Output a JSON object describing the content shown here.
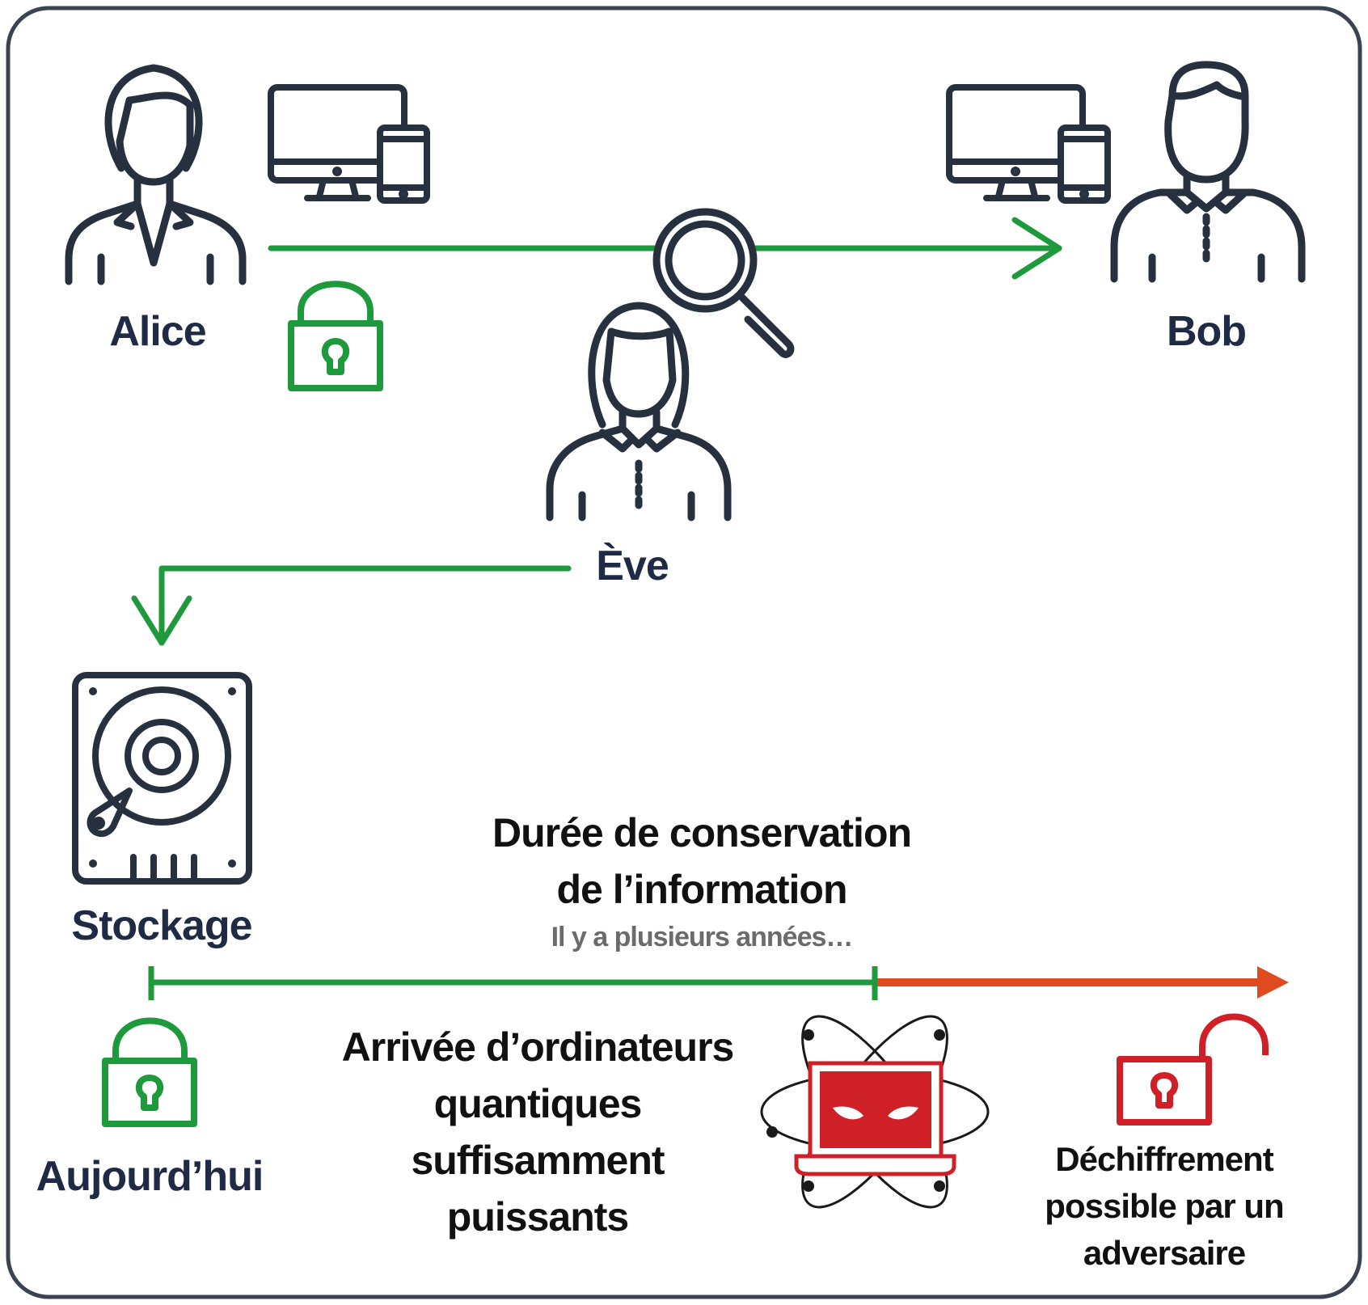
{
  "people": {
    "alice": "Alice",
    "bob": "Bob",
    "eve": "Ève"
  },
  "storage": {
    "label": "Stockage"
  },
  "timeline": {
    "today": "Aujourd’hui",
    "duration_title_line1": "Durée de conservation",
    "duration_title_line2": "de l’information",
    "duration_subtitle": "Il y a plusieurs années…",
    "quantum_line1": "Arrivée d’ordinateurs",
    "quantum_line2": "quantiques",
    "quantum_line3": "suffisamment",
    "quantum_line4": "puissants",
    "decrypt_line1": "Déchiffrement",
    "decrypt_line2": "possible par un",
    "decrypt_line3": "adversaire"
  },
  "icons": {
    "alice": "person-female-icon",
    "bob": "person-male-icon",
    "eve": "person-female-icon",
    "devices": "desktop-phone-icon",
    "magnifier": "magnifying-glass-icon",
    "lock": "padlock-locked-icon",
    "unlock": "padlock-unlocked-icon",
    "storage": "hard-drive-icon",
    "quantum": "quantum-laptop-icon"
  },
  "colors": {
    "outline": "#27303f",
    "green": "#1e9a3d",
    "orange": "#e04a1f",
    "red": "#cf2027",
    "text": "#1f2a44"
  }
}
